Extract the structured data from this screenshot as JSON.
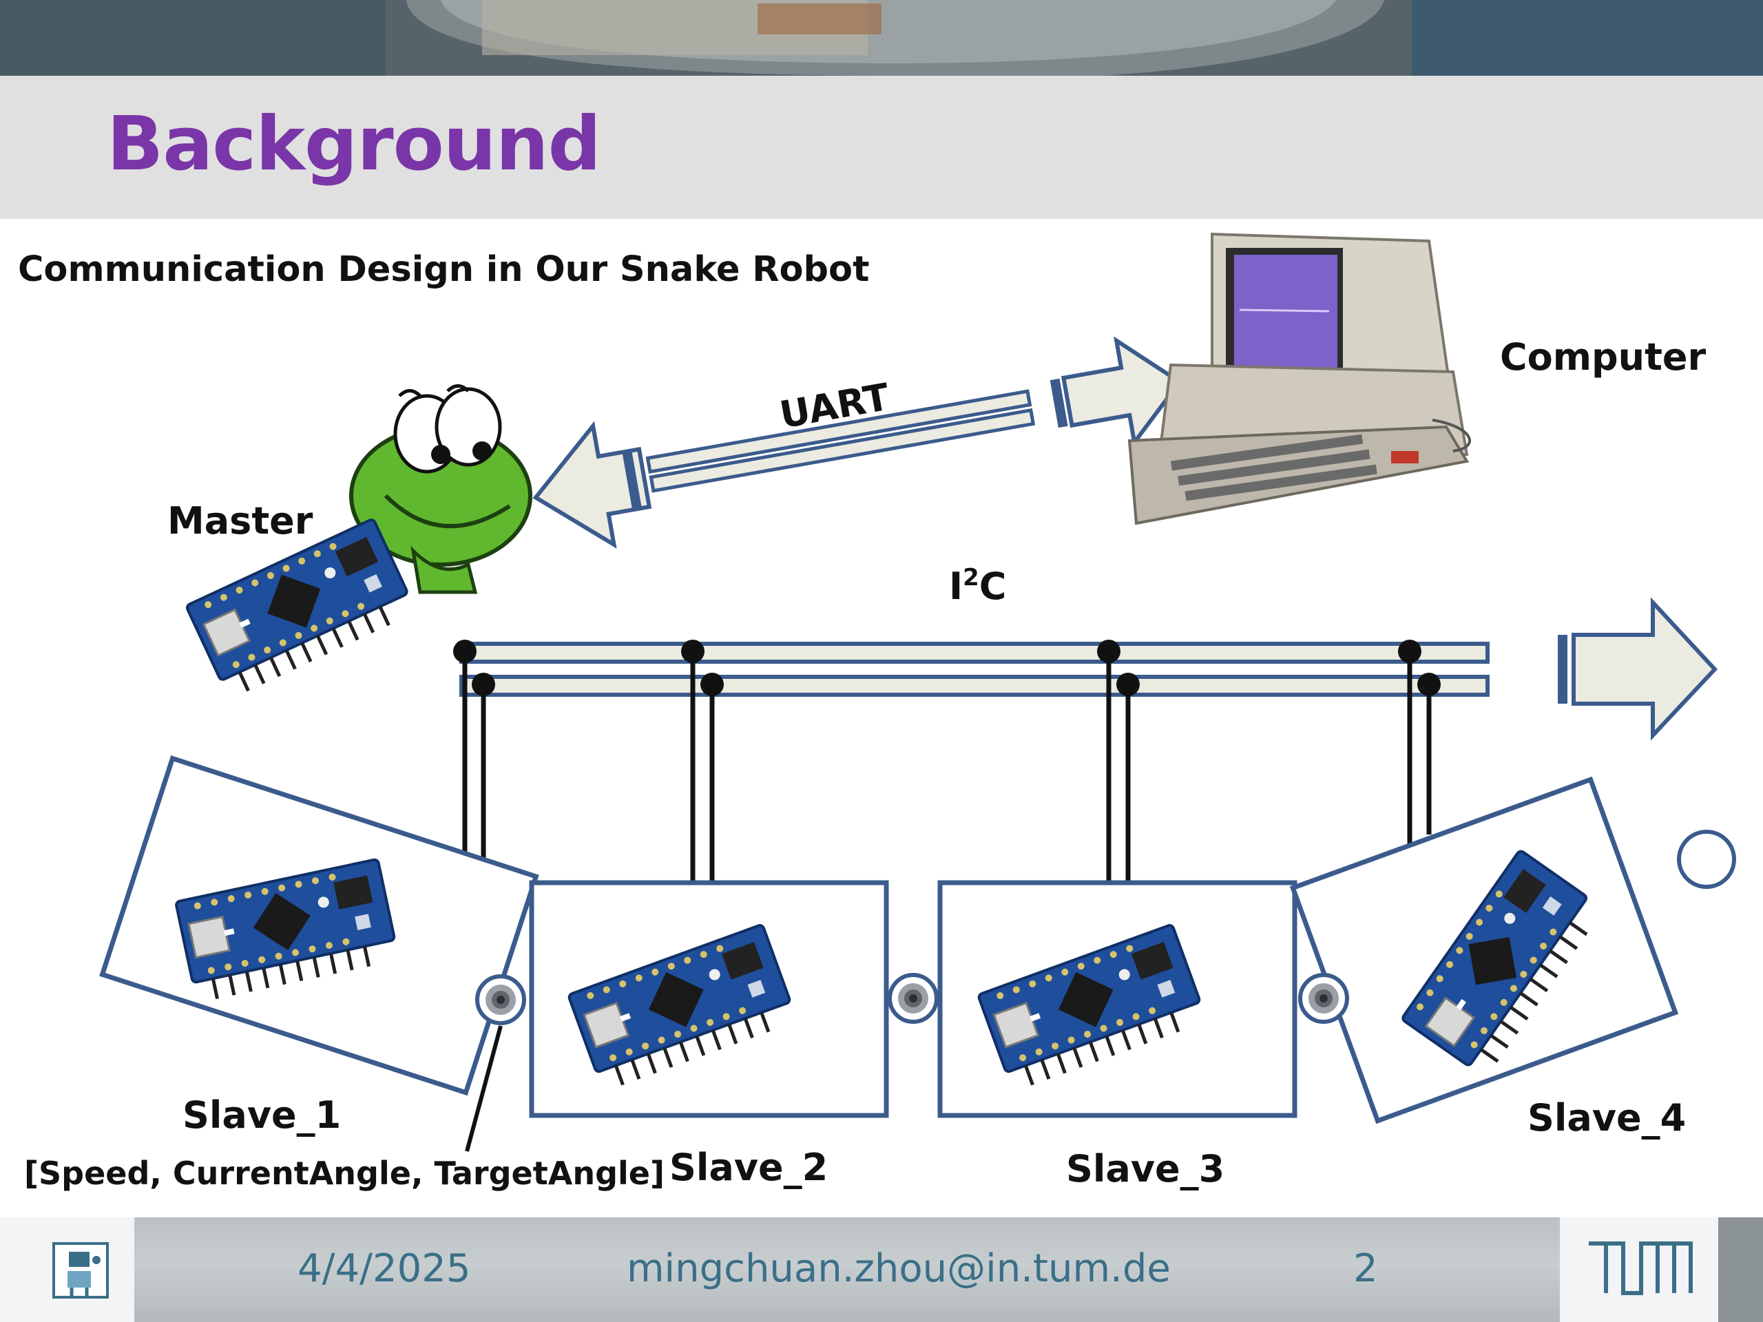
{
  "slide": {
    "title": "Background",
    "subtitle": "Communication Design in Our Snake Robot"
  },
  "diagram": {
    "master_label": "Master",
    "computer_label": "Computer",
    "uart_label": "UART",
    "i2c_label_main": "I",
    "i2c_label_sup": "2",
    "i2c_label_tail": "C",
    "slaves": [
      {
        "label": "Slave_1"
      },
      {
        "label": "Slave_2"
      },
      {
        "label": "Slave_3"
      },
      {
        "label": "Slave_4"
      }
    ],
    "servo_data_label": "[Speed, CurrentAngle, TargetAngle]"
  },
  "footer": {
    "date": "4/4/2025",
    "email": "mingchuan.zhou@in.tum.de",
    "page_number": "2",
    "logo_text": "TUM"
  },
  "colors": {
    "title_purple": "#7a35a8",
    "frame_blue": "#3b5b8c",
    "board_blue": "#1f4e9c",
    "footer_text": "#3a6f88"
  }
}
